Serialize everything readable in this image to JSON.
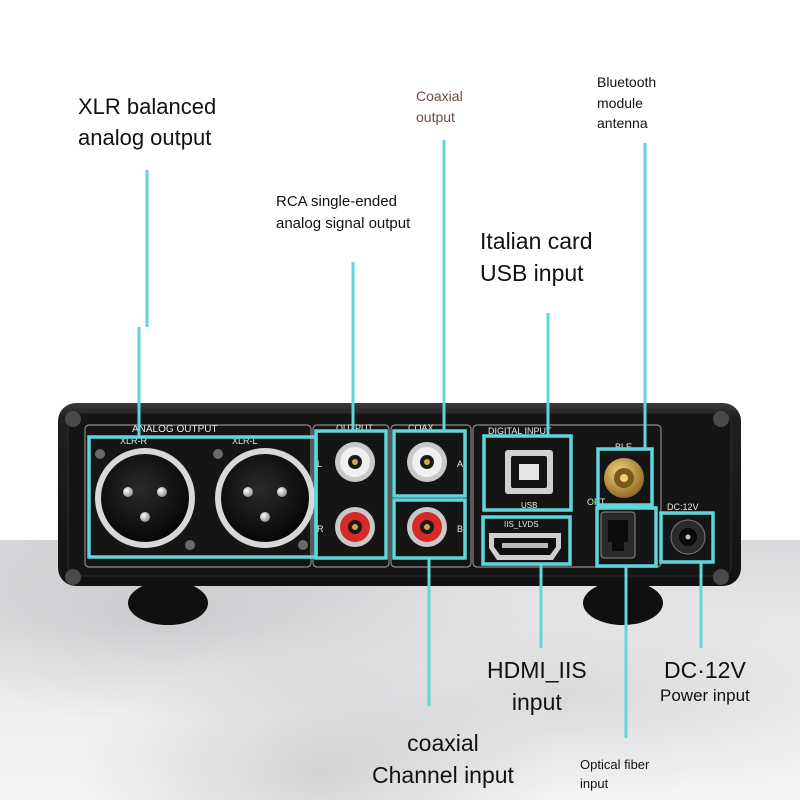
{
  "labels": {
    "xlr": [
      "XLR balanced",
      "analog output"
    ],
    "rca": [
      "RCA single-ended",
      "analog signal output"
    ],
    "coax_out": [
      "Coaxial",
      "output"
    ],
    "bluetooth": [
      "Bluetooth",
      "module",
      "antenna"
    ],
    "usb": [
      "Italian card",
      "USB input"
    ],
    "hdmi": [
      "HDMI_IIS",
      "input"
    ],
    "dc": [
      "DC·12V",
      "Power input"
    ],
    "coax_in": [
      "coaxial",
      "Channel input"
    ],
    "optical": [
      "Optical fiber",
      "input"
    ]
  },
  "panel": {
    "analog_output": "ANALOG OUTPUT",
    "xlr_r": "XLR-R",
    "xlr_l": "XLR-L",
    "output": "OUTPUT",
    "coax": "COAX",
    "digital_input": "DIGITAL INPUT",
    "usb": "USB",
    "iis_lvds": "IIS_LVDS",
    "ble": "BLE",
    "opt": "OPT",
    "dc12v": "DC:12V",
    "rca_l": "L",
    "rca_r": "R",
    "coax_a": "A",
    "coax_b": "B"
  },
  "colors": {
    "highlight": "#5ed6da",
    "panel": "#1c1c1e",
    "rca_white": "#d9d9d9",
    "rca_red": "#d62a2a",
    "gold": "#c9a13a"
  }
}
